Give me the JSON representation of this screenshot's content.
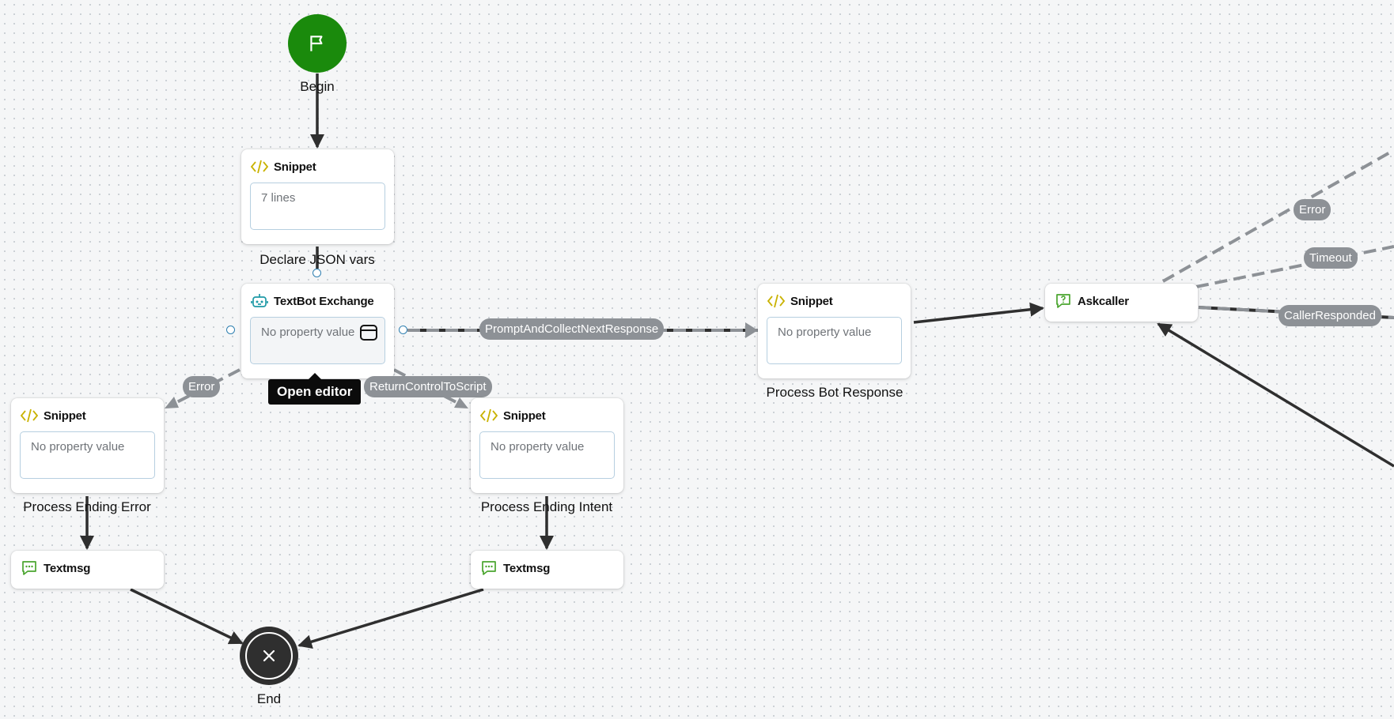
{
  "canvas": {
    "begin": {
      "label": "Begin",
      "color": "#1a8a0c"
    },
    "end": {
      "label": "End",
      "color": "#2f2f2f"
    },
    "nodes": {
      "declare_json": {
        "title": "Snippet",
        "value": "7 lines",
        "caption": "Declare JSON vars",
        "icon": "code-icon"
      },
      "textbot": {
        "title": "TextBot Exchange",
        "value": "No property value",
        "icon": "robot-icon"
      },
      "process_bot": {
        "title": "Snippet",
        "value": "No property value",
        "caption": "Process Bot Response",
        "icon": "code-icon"
      },
      "askcaller": {
        "title": "Askcaller",
        "icon": "question-chat-icon"
      },
      "proc_err": {
        "title": "Snippet",
        "value": "No property value",
        "caption": "Process Ending Error",
        "icon": "code-icon"
      },
      "proc_intent": {
        "title": "Snippet",
        "value": "No property value",
        "caption": "Process Ending Intent",
        "icon": "code-icon"
      },
      "textmsg_left": {
        "title": "Textmsg",
        "icon": "chat-icon"
      },
      "textmsg_right": {
        "title": "Textmsg",
        "icon": "chat-icon"
      }
    },
    "edge_labels": {
      "prompt": "PromptAndCollectNextResponse",
      "return_control": "ReturnControlToScript",
      "error_left": "Error",
      "error_right": "Error",
      "timeout": "Timeout",
      "caller_responded": "CallerResponded"
    },
    "tooltip": "Open editor"
  },
  "colors": {
    "snippet_icon": "#c9b200",
    "robot_icon": "#1f9aa6",
    "chat_icon": "#4aa52e",
    "port": "#2e7fb0",
    "edge": "#2f2f2f",
    "edge_dashed": "#8d9196",
    "pill": "#8d9196"
  }
}
